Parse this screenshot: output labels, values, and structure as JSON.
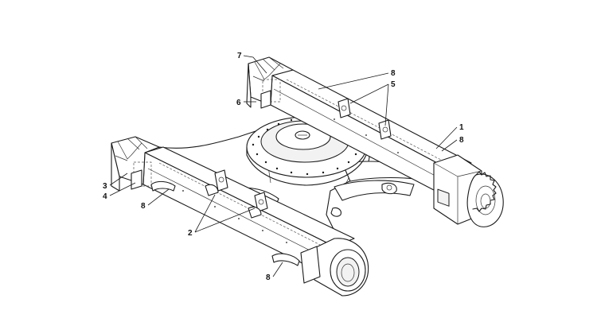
{
  "callouts": {
    "c1": "1",
    "c2": "2",
    "c3": "3",
    "c4": "4",
    "c5": "5",
    "c6": "6",
    "c7": "7",
    "c8a": "8",
    "c8b": "8",
    "c8c": "8",
    "c8d": "8"
  }
}
